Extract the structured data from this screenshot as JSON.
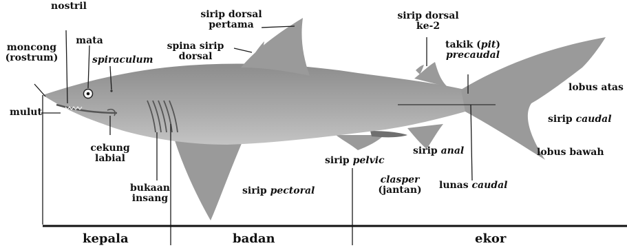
{
  "diagram": {
    "labels": {
      "nostril": "nostril",
      "mata": "mata",
      "moncong_1": "moncong",
      "moncong_2": "(rostrum)",
      "spiraculum": "spiraculum",
      "mulut": "mulut",
      "cekung_1": "cekung",
      "cekung_2": "labial",
      "bukaan_1": "bukaan",
      "bukaan_2": "insang",
      "spina_1": "spina sirip",
      "spina_2": "dorsal",
      "dorsal1_1": "sirip dorsal",
      "dorsal1_2": "pertama",
      "pectoral_a": "sirip ",
      "pectoral_b": "pectoral",
      "pelvic_a": "sirip ",
      "pelvic_b": "pelvic",
      "clasper_1": "clasper",
      "clasper_2": "(jantan)",
      "dorsal2_1": "sirip dorsal",
      "dorsal2_2": "ke-2",
      "takik_a": "takik (",
      "takik_b": "pit",
      "takik_c": ")",
      "precaudal": "precaudal",
      "anal_a": "sirip ",
      "anal_b": "anal",
      "lunas_a": "lunas ",
      "lunas_b": "caudal",
      "lobus_atas": "lobus atas",
      "caudal_a": "sirip ",
      "caudal_b": "caudal",
      "lobus_bawah": "lobus bawah"
    },
    "regions": {
      "head": "kepala",
      "body": "badan",
      "tail": "ekor"
    },
    "colors": {
      "shark_body": "#a5a5a5",
      "shark_fin": "#9a9a9a",
      "shark_dark": "#6f6f6f",
      "line": "#1a1a1a"
    }
  }
}
